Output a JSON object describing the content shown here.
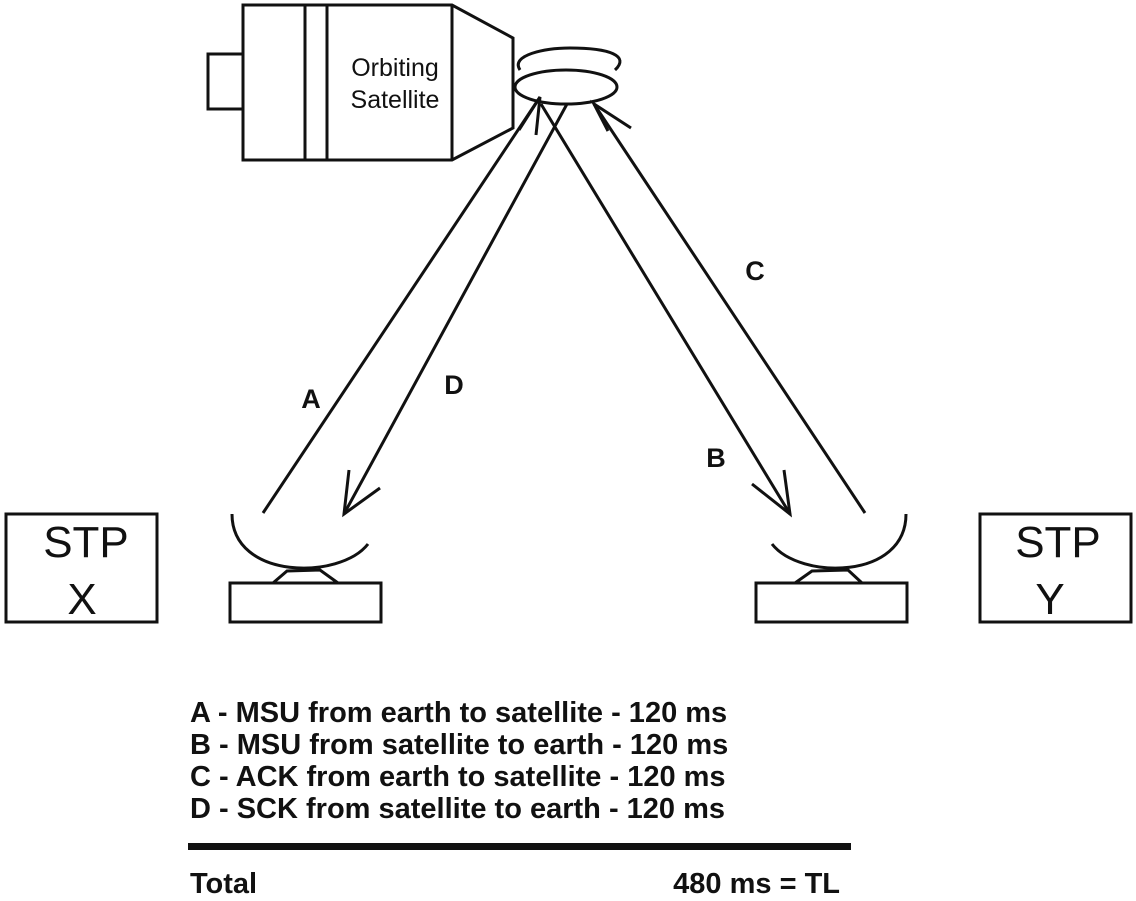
{
  "satellite": {
    "label_line1": "Orbiting",
    "label_line2": "Satellite"
  },
  "stations": {
    "left": {
      "line1": "STP",
      "line2": "X"
    },
    "right": {
      "line1": "STP",
      "line2": "Y"
    }
  },
  "paths": {
    "a": "A",
    "b": "B",
    "c": "C",
    "d": "D"
  },
  "legend": {
    "items": [
      "A - MSU from earth to satellite - 120 ms",
      "B - MSU from satellite to earth - 120 ms",
      "C - ACK from earth to satellite - 120 ms",
      "D - SCK from satellite to earth - 120 ms"
    ],
    "total_label": "Total",
    "total_value": "480 ms = TL"
  },
  "colors": {
    "ink": "#111111",
    "background": "#ffffff"
  }
}
